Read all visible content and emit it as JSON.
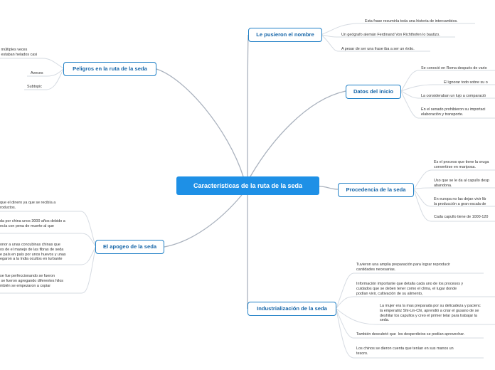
{
  "central": "Características de la ruta de la seda",
  "branches": {
    "nombre": {
      "title": "Le pusieron el nombre",
      "leaves": [
        "Esta frase resumiría toda una historia de intercambios.",
        "Un geógrafo alemán Ferdinand Von Richthofen lo bautizo.",
        "A pesar de ser una frase iba a ser un éxito."
      ]
    },
    "datos": {
      "title": "Datos del inicio",
      "leaves": [
        "Se conoció en Roma después de vario",
        "El ignorar todo sobre su o",
        "La consideraban un lujo a comparació",
        "En el senado prohibieron su importaci\nelaboración y transporte."
      ]
    },
    "procedencia": {
      "title": "Procedencia de la seda",
      "leaves": [
        "Es el proceso que tiene la oruga\nconvertirse en mariposa.",
        "Uso que se le da al capullo desp\nabandona.",
        "En europa no las dejan vivir lib\nla producción a gran escala de",
        "Cada capullo tiene de 1000-120"
      ]
    },
    "industrializacion": {
      "title": "Industrialización de la seda",
      "leaves": [
        "Tuvieron una amplia preparación para lograr reproducir\ncantidades necesarias.",
        "Información importante que detalla cada uno de los procesos y\ncuidados que se deben tener como el clima, el lugar donde\npodían vivir, cultivación de su alimento,",
        "La mujer era la mas preparada por su delicadeza y pacienc\nla emperatriz Shi-Lin-Chi, aprendió a criar el gusano de se\ndeshilar los capullos y creo el primer telar para trabajar la\nseda.",
        "También descubrió que  los desperdicios se podían aprovechar.",
        "Los chinos se dieron cuenta que tenían en sus manos un\ntesoro."
      ]
    },
    "peligros": {
      "title": "Peligros en la ruta de la seda",
      "leaves": [
        " múltiples veces\n estaban helados casi",
        "Aveces",
        "Subtopic"
      ]
    },
    "apogeo": {
      "title": "El apogeo de la seda",
      "leaves": [
        "que el dinero ya que se recibía a\nroductos.",
        "da por china unos 3000 años debido a\necía con pena de muerte al que",
        "onor a unas concubinas chinas que\nos de el manejo de las fibras de seda\ne país en país por unos huevos y unas\negaron a la India ocultos en turbante",
        "se fue perfeccionando se fueron\n se fueron agregando diferentes hilos\nmbién se empezaron a copiar"
      ]
    }
  },
  "colors": {
    "accent": "#1e90e6",
    "border": "#1e7fc6",
    "line": "#aab2be",
    "leafline": "#d6dbe2"
  }
}
